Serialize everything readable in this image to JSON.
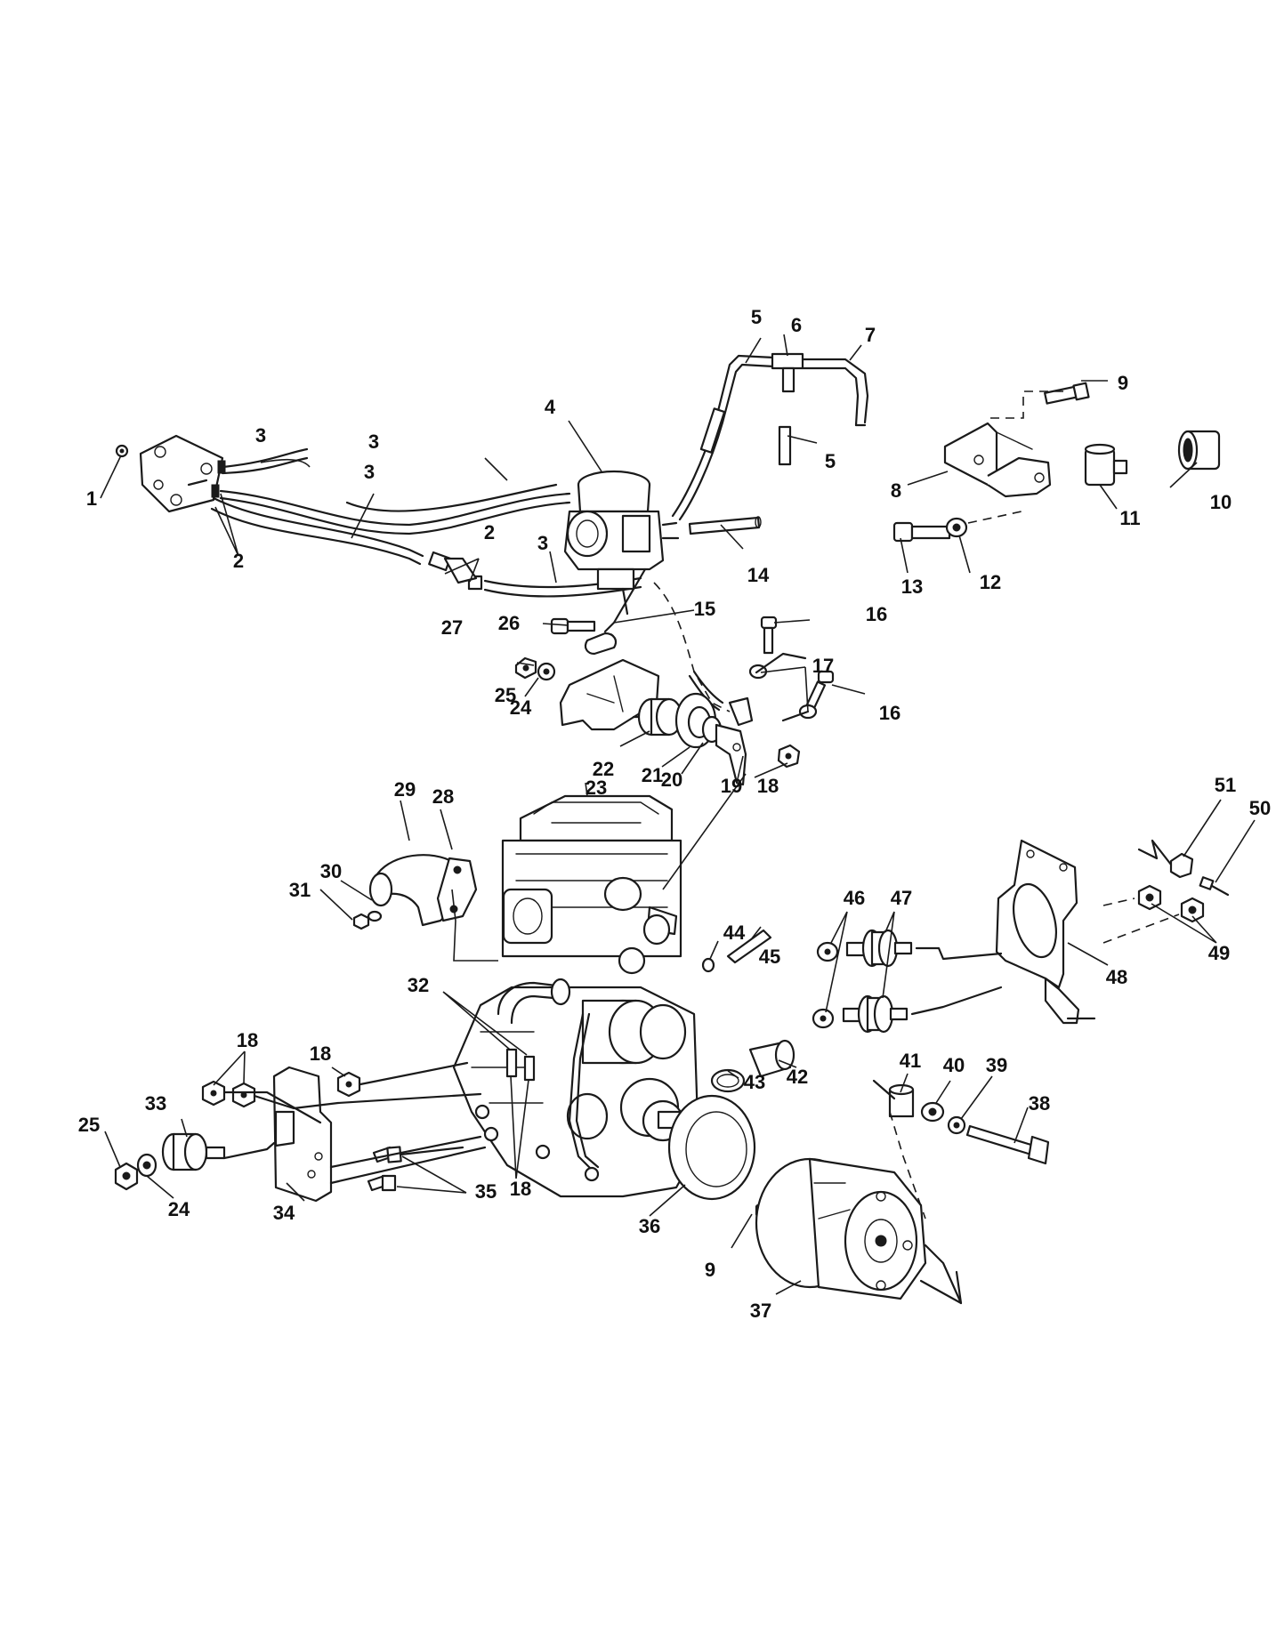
{
  "diagram": {
    "type": "exploded-parts-diagram",
    "callouts": [
      {
        "label": "1"
      },
      {
        "label": "2"
      },
      {
        "label": "2"
      },
      {
        "label": "3"
      },
      {
        "label": "3"
      },
      {
        "label": "3"
      },
      {
        "label": "3"
      },
      {
        "label": "4"
      },
      {
        "label": "5"
      },
      {
        "label": "5"
      },
      {
        "label": "6"
      },
      {
        "label": "7"
      },
      {
        "label": "8"
      },
      {
        "label": "9"
      },
      {
        "label": "9"
      },
      {
        "label": "10"
      },
      {
        "label": "11"
      },
      {
        "label": "12"
      },
      {
        "label": "13"
      },
      {
        "label": "14"
      },
      {
        "label": "15"
      },
      {
        "label": "16"
      },
      {
        "label": "16"
      },
      {
        "label": "17"
      },
      {
        "label": "18"
      },
      {
        "label": "18"
      },
      {
        "label": "18"
      },
      {
        "label": "18"
      },
      {
        "label": "19"
      },
      {
        "label": "20"
      },
      {
        "label": "21"
      },
      {
        "label": "22"
      },
      {
        "label": "23"
      },
      {
        "label": "24"
      },
      {
        "label": "24"
      },
      {
        "label": "25"
      },
      {
        "label": "25"
      },
      {
        "label": "26"
      },
      {
        "label": "27"
      },
      {
        "label": "28"
      },
      {
        "label": "29"
      },
      {
        "label": "30"
      },
      {
        "label": "31"
      },
      {
        "label": "32"
      },
      {
        "label": "33"
      },
      {
        "label": "34"
      },
      {
        "label": "35"
      },
      {
        "label": "36"
      },
      {
        "label": "37"
      },
      {
        "label": "38"
      },
      {
        "label": "39"
      },
      {
        "label": "40"
      },
      {
        "label": "41"
      },
      {
        "label": "42"
      },
      {
        "label": "43"
      },
      {
        "label": "44"
      },
      {
        "label": "45"
      },
      {
        "label": "46"
      },
      {
        "label": "47"
      },
      {
        "label": "48"
      },
      {
        "label": "49"
      },
      {
        "label": "50"
      },
      {
        "label": "51"
      }
    ]
  }
}
